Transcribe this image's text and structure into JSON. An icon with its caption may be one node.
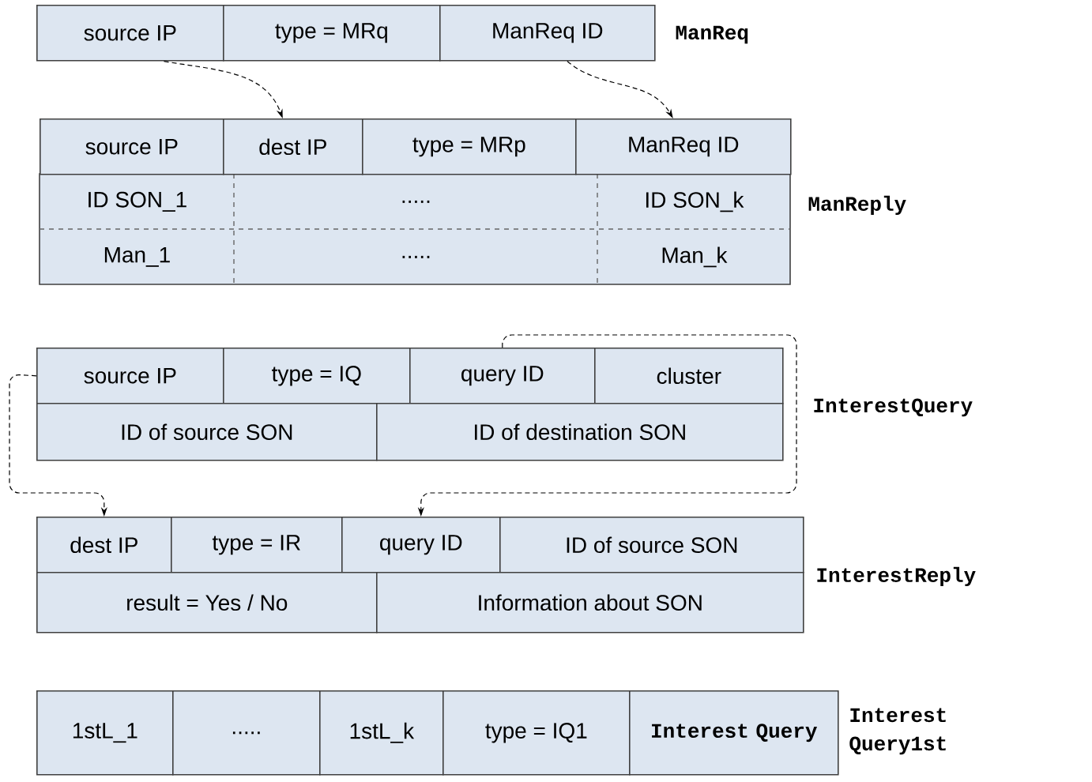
{
  "diagram": {
    "nodes": [
      {
        "text": [
          "source IP"
        ]
      },
      {
        "text": [
          "type = MRq"
        ]
      },
      {
        "text": [
          "ManReq ID"
        ]
      },
      {
        "text": [
          "source IP"
        ]
      },
      {
        "text": [
          "dest IP"
        ]
      },
      {
        "text": [
          "type = MRp"
        ]
      },
      {
        "text": [
          "ManReq ID"
        ]
      },
      {
        "text": [
          "ID SON_1"
        ]
      },
      {
        "text": [
          "....."
        ]
      },
      {
        "text": [
          "ID SON_k"
        ]
      },
      {
        "text": [
          "Man_1"
        ]
      },
      {
        "text": [
          "....."
        ]
      },
      {
        "text": [
          "Man_k"
        ]
      },
      {
        "text": [
          "source IP"
        ]
      },
      {
        "text": [
          "type = IQ"
        ]
      },
      {
        "text": [
          "query ID"
        ]
      },
      {
        "text": [
          "cluster"
        ]
      },
      {
        "text": [
          "ID of source SON"
        ]
      },
      {
        "text": [
          "ID of destination SON"
        ]
      },
      {
        "text": [
          "dest IP"
        ]
      },
      {
        "text": [
          "type = IR"
        ]
      },
      {
        "text": [
          "query ID"
        ]
      },
      {
        "text": [
          "ID of source SON"
        ]
      },
      {
        "text": [
          "result = Yes / No"
        ]
      },
      {
        "text": [
          "Information about SON"
        ]
      },
      {
        "text": [
          "1stL_1"
        ]
      },
      {
        "text": [
          "....."
        ]
      },
      {
        "text": [
          "1stL_k"
        ]
      },
      {
        "text": [
          "type = IQ1"
        ]
      },
      {
        "text": [
          "Interest Query"
        ]
      }
    ],
    "edges": [
      {
        "from": 0,
        "to": 4,
        "arrow": "to",
        "style": "dashed"
      },
      {
        "from": 2,
        "to": 6,
        "arrow": "to",
        "style": "dashed"
      },
      {
        "from": 13,
        "to": 19,
        "arrow": "to",
        "style": "dashed"
      },
      {
        "from": 15,
        "to": 21,
        "arrow": "to",
        "style": "dashed"
      }
    ],
    "labels": [
      "ManReq",
      "ManReply",
      "InterestQuery",
      "InterestReply",
      "Interest Query1st"
    ]
  }
}
